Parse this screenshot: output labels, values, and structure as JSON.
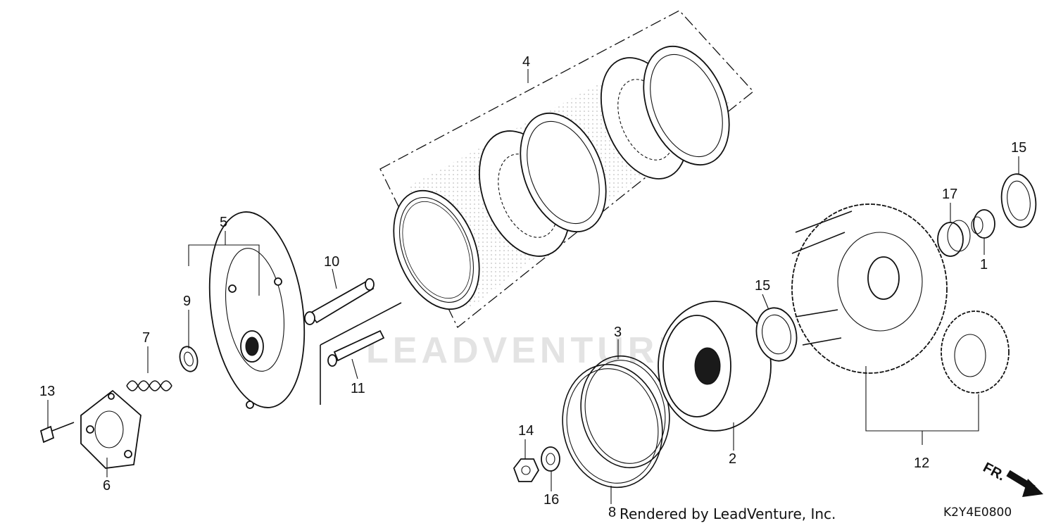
{
  "diagram": {
    "callouts": {
      "c1": "1",
      "c2": "2",
      "c3": "3",
      "c4": "4",
      "c5": "5",
      "c6": "6",
      "c7": "7",
      "c8": "8",
      "c9": "9",
      "c10": "10",
      "c11": "11",
      "c12": "12",
      "c13": "13",
      "c14": "14",
      "c15a": "15",
      "c15b": "15",
      "c16": "16",
      "c17": "17"
    },
    "direction_label": "FR.",
    "watermark": "LEADVENTURE",
    "credit": "Rendered by LeadVenture, Inc.",
    "part_code": "K2Y4E0800"
  }
}
